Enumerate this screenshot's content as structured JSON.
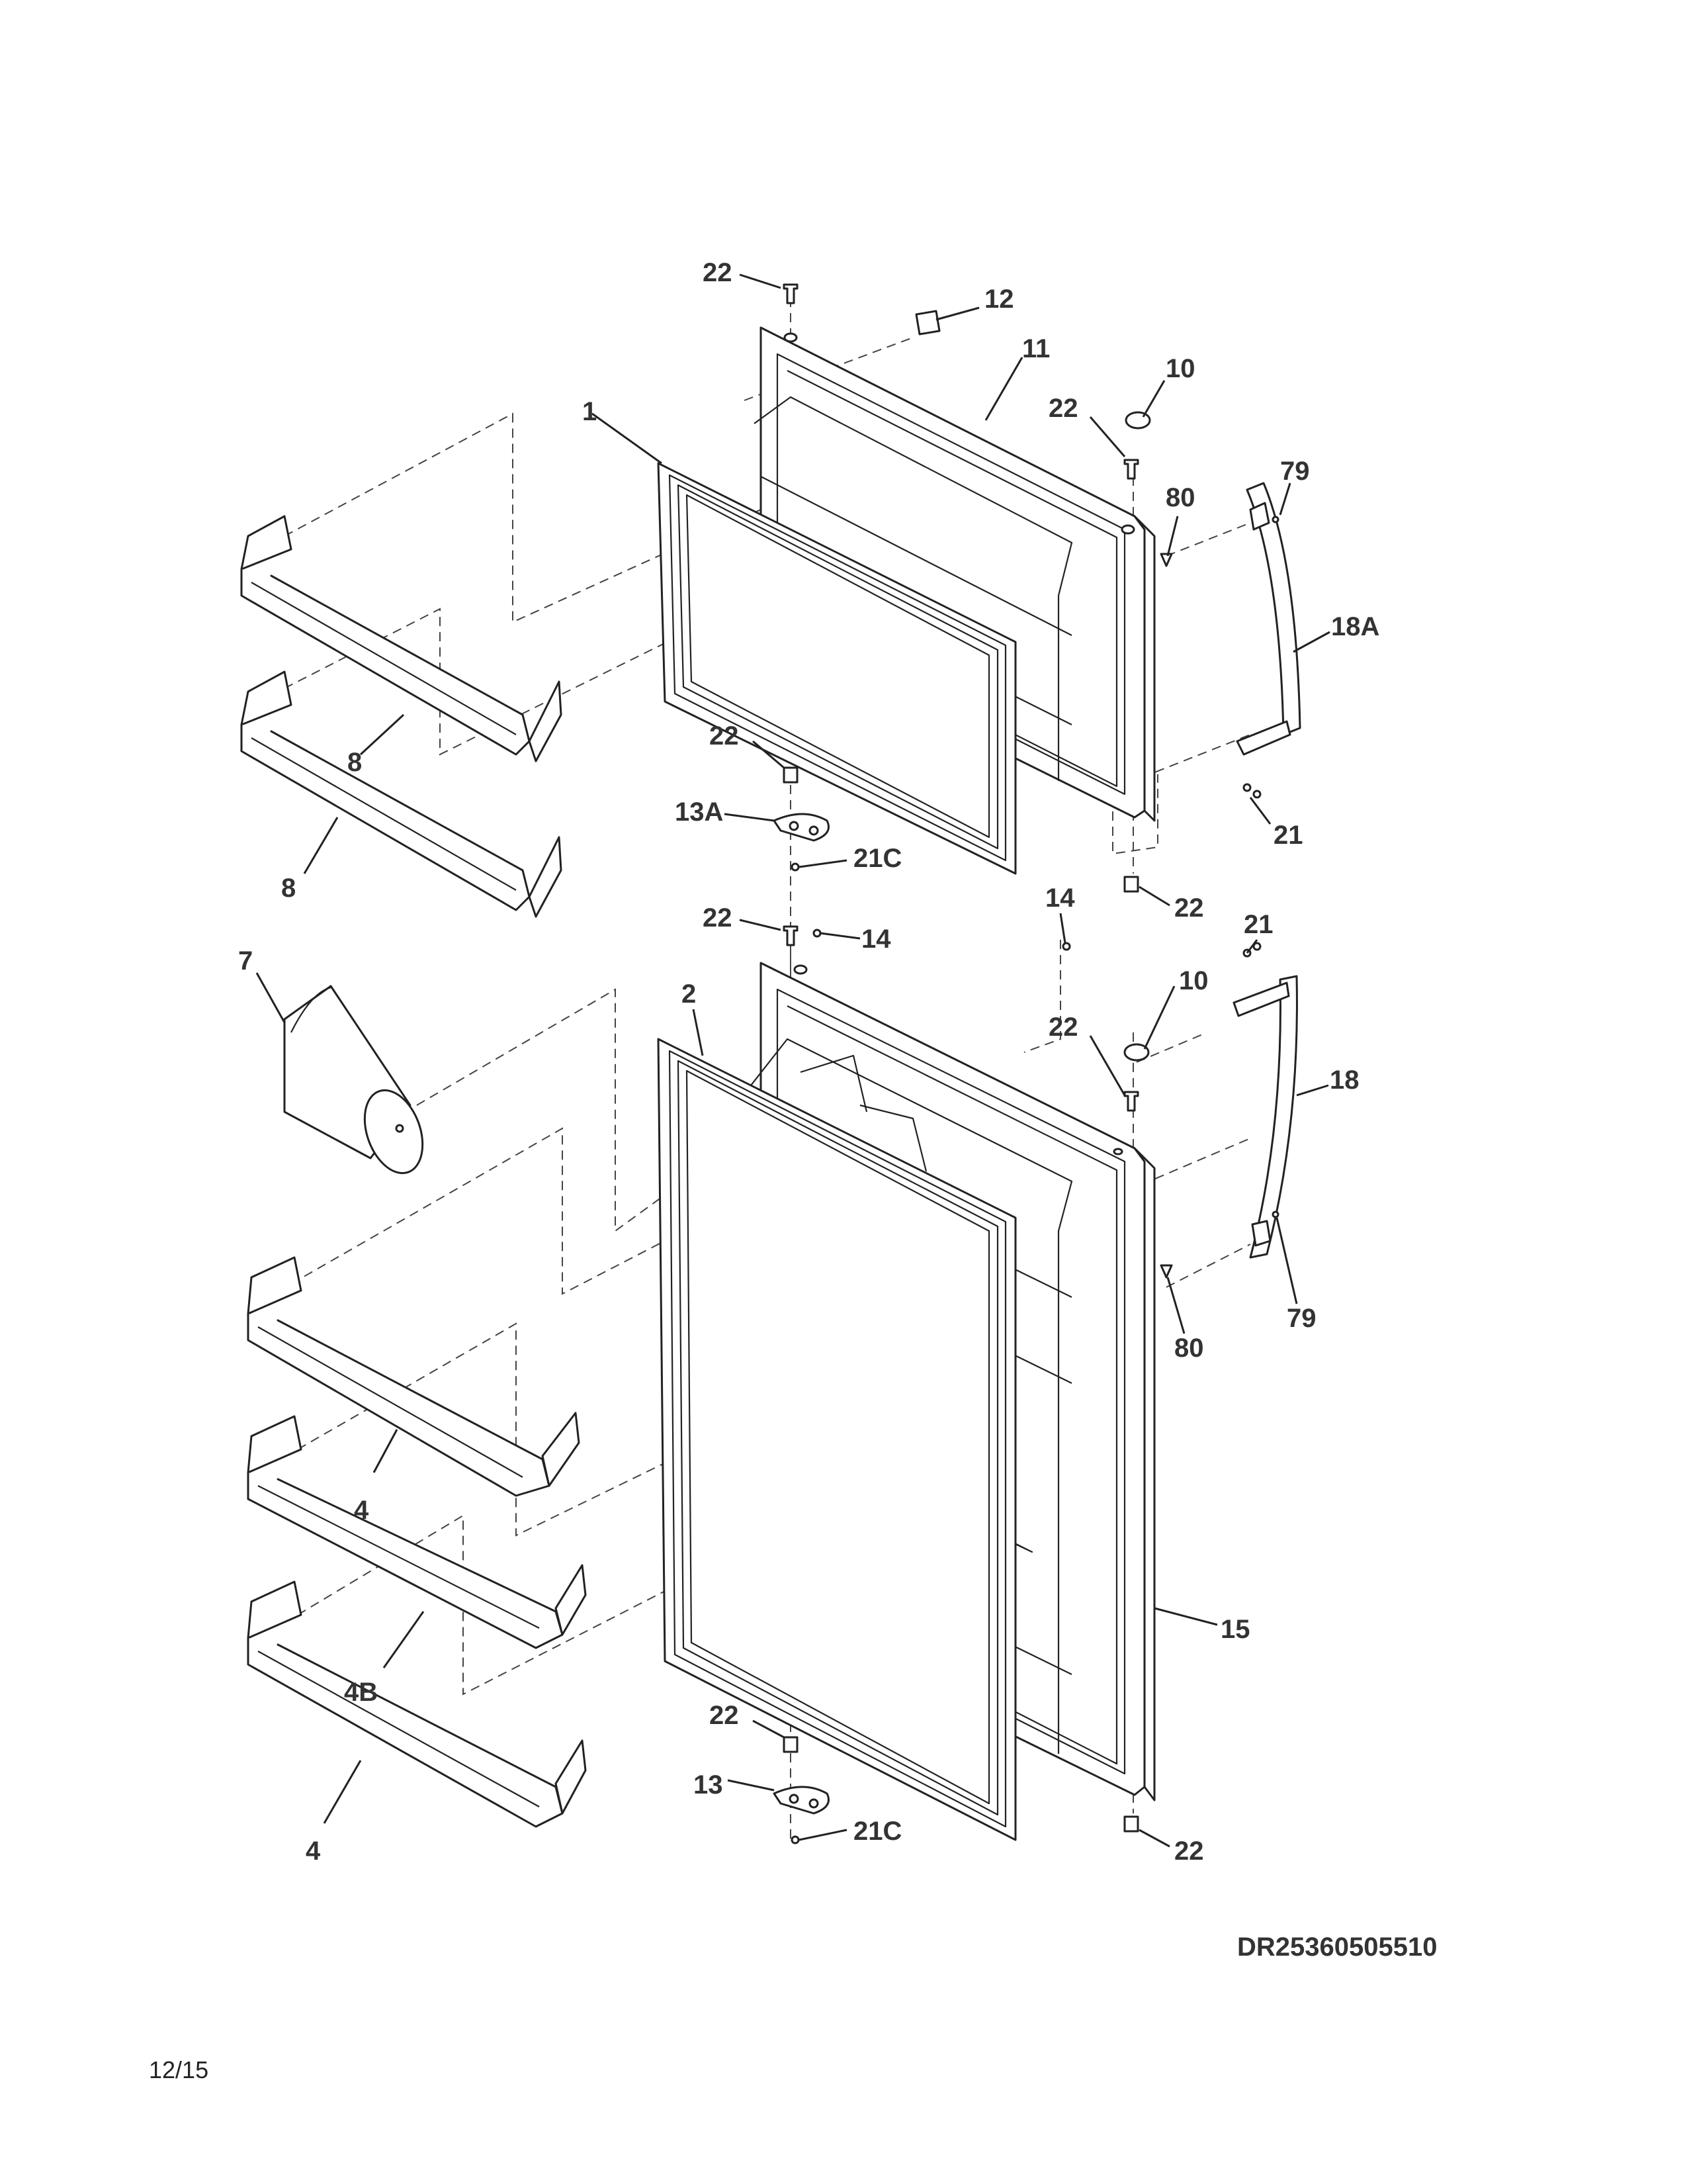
{
  "diagram": {
    "drawing_code": "DR25360505510",
    "page_number": "12/15",
    "callouts": {
      "c22_a": "22",
      "c12": "12",
      "c11": "11",
      "c10_a": "10",
      "c22_b": "22",
      "c1": "1",
      "c80_a": "80",
      "c79_a": "79",
      "c18A": "18A",
      "c8_a": "8",
      "c8_b": "8",
      "c22_c": "22",
      "c13A": "13A",
      "c21C_a": "21C",
      "c21_a": "21",
      "c22_d": "22",
      "c22_e": "22",
      "c14_a": "14",
      "c14_b": "14",
      "c21_b": "21",
      "c10_b": "10",
      "c7": "7",
      "c2": "2",
      "c22_f": "22",
      "c18": "18",
      "c80_b": "80",
      "c79_b": "79",
      "c4_a": "4",
      "c4B": "4B",
      "c15": "15",
      "c22_g": "22",
      "c13": "13",
      "c21C_b": "21C",
      "c22_h": "22",
      "c4_b": "4"
    },
    "parts": {
      "freezer_door": "11",
      "freezer_gasket": "1",
      "freezer_handle": "18A",
      "fresh_food_door": "15",
      "fresh_food_gasket": "2",
      "fresh_food_handle": "18",
      "butter_bin": "7",
      "freezer_shelves": "8",
      "door_bins": "4",
      "door_bin_b": "4B"
    }
  }
}
